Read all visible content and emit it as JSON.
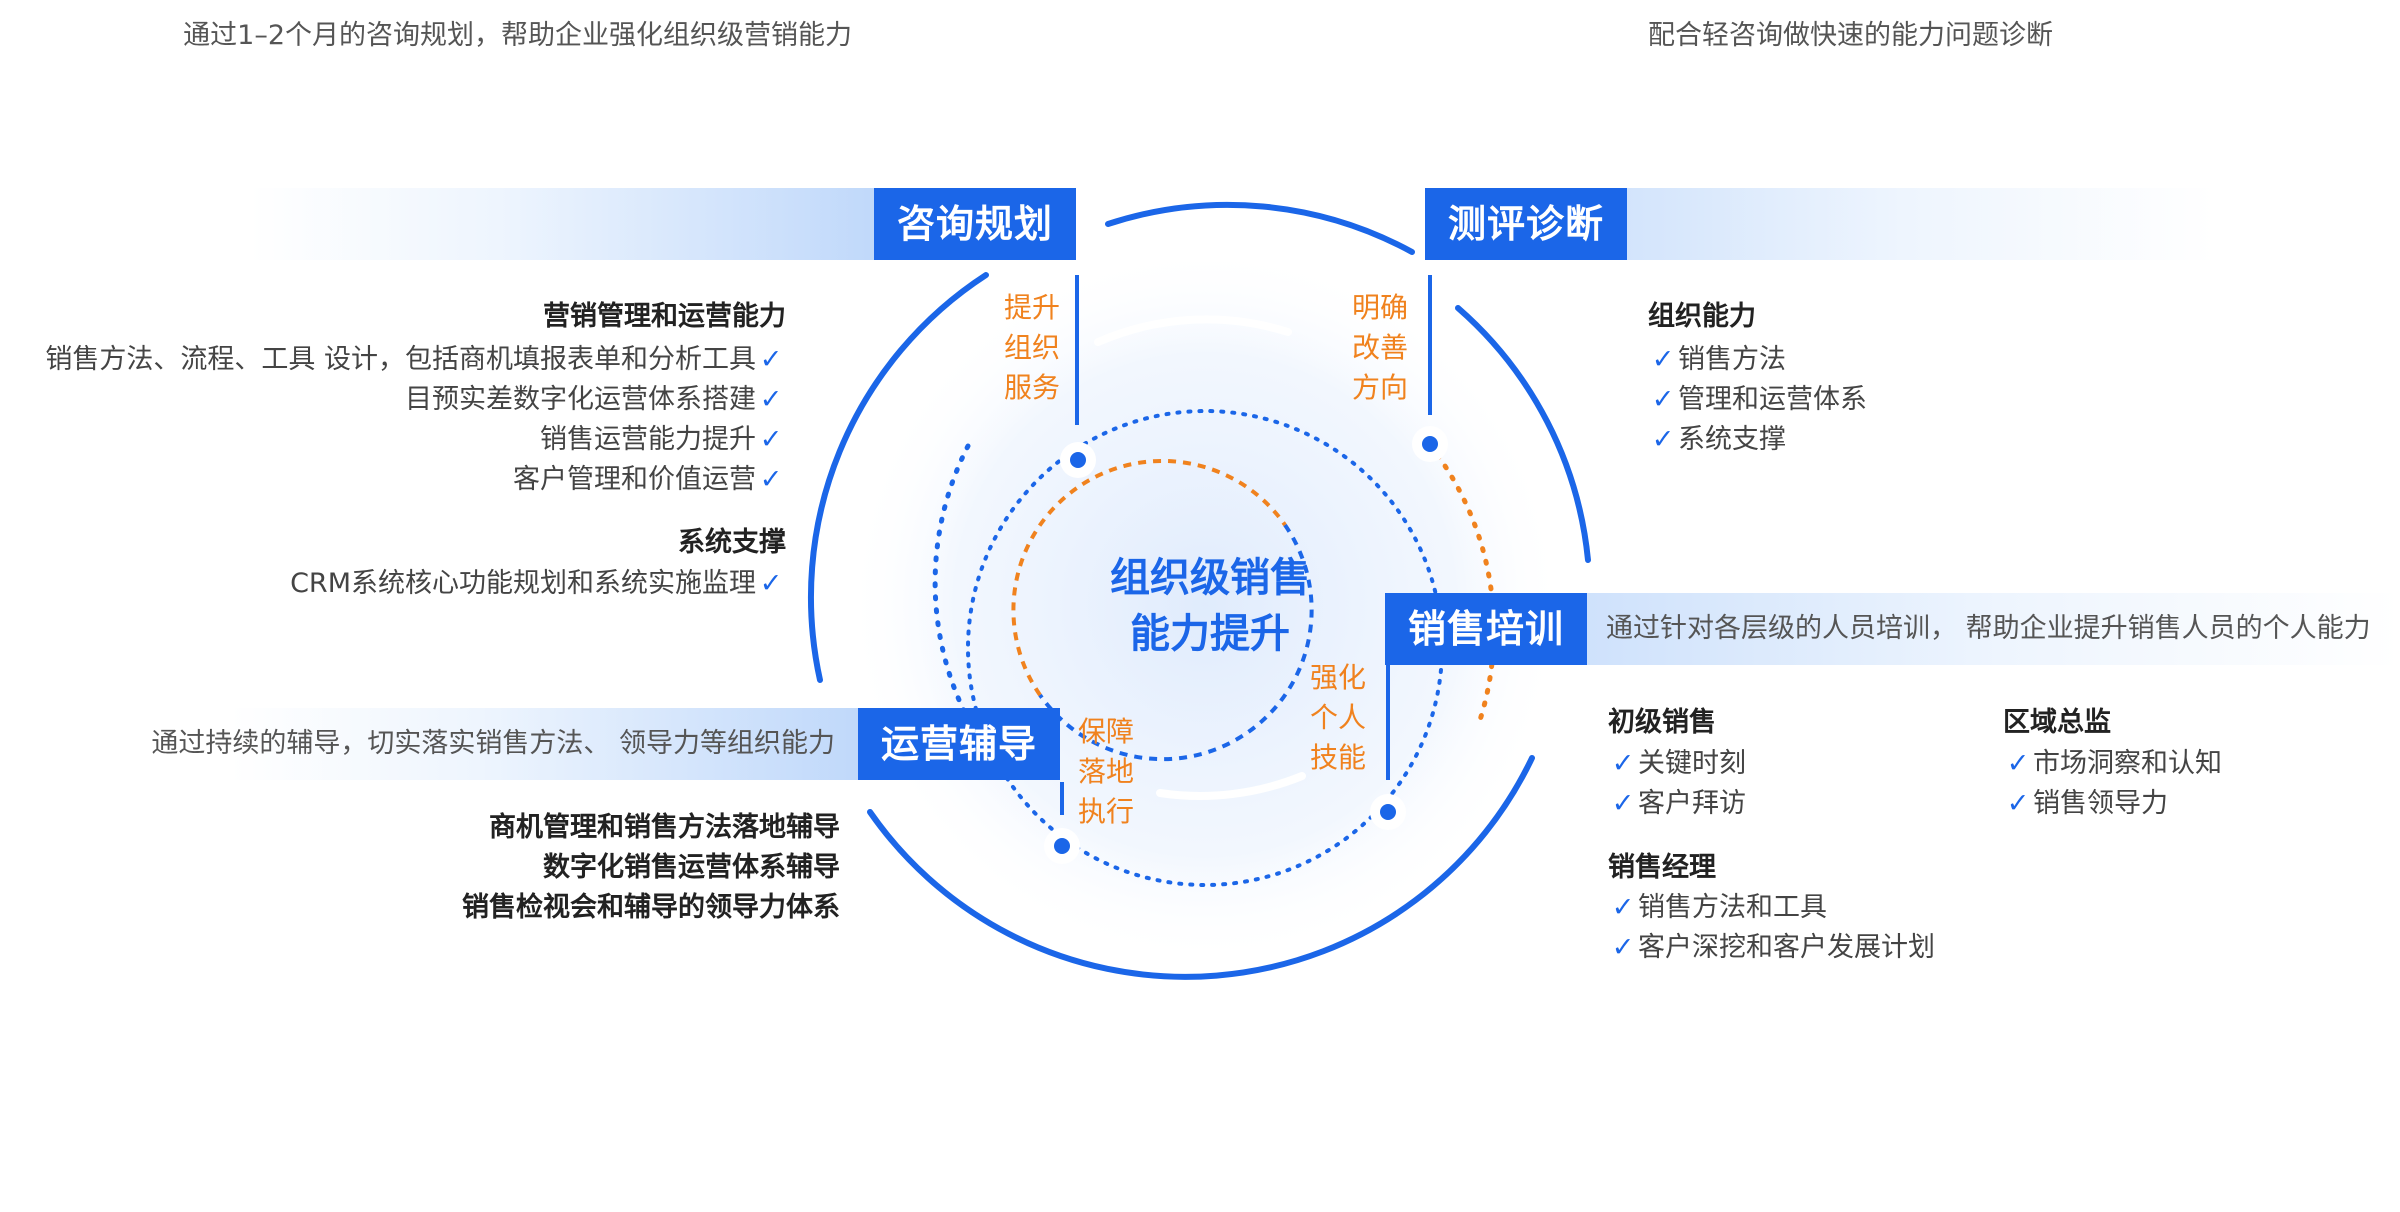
{
  "center": {
    "line1": "组织级销售",
    "line2": "能力提升"
  },
  "quadrants": {
    "consult": {
      "title": "咨询规划",
      "desc": "通过1–2个月的咨询规划，帮助企业强化组织级营销能力",
      "inner_label": [
        "提升",
        "组织",
        "服务"
      ],
      "groups": [
        {
          "heading": "营销管理和运营能力",
          "items": [
            "销售方法、流程、工具 设计，包括商机填报表单和分析工具",
            "目预实差数字化运营体系搭建",
            "销售运营能力提升",
            "客户管理和价值运营"
          ]
        },
        {
          "heading": "系统支撑",
          "items": [
            "CRM系统核心功能规划和系统实施监理"
          ]
        }
      ]
    },
    "assess": {
      "title": "测评诊断",
      "desc": "配合轻咨询做快速的能力问题诊断",
      "inner_label": [
        "明确",
        "改善",
        "方向"
      ],
      "groups": [
        {
          "heading": "组织能力",
          "items": [
            "销售方法",
            "管理和运营体系",
            "系统支撑"
          ]
        }
      ]
    },
    "training": {
      "title": "销售培训",
      "desc": "通过针对各层级的人员培训， 帮助企业提升销售人员的个人能力",
      "inner_label": [
        "强化",
        "个人",
        "技能"
      ],
      "groups": [
        {
          "heading": "初级销售",
          "items": [
            "关键时刻",
            "客户拜访"
          ]
        },
        {
          "heading": "销售经理",
          "items": [
            "销售方法和工具",
            "客户深挖和客户发展计划"
          ]
        },
        {
          "heading": "区域总监",
          "items": [
            "市场洞察和认知",
            "销售领导力"
          ]
        }
      ]
    },
    "coaching": {
      "title": "运营辅导",
      "desc": "通过持续的辅导，切实落实销售方法、 领导力等组织能力",
      "inner_label": [
        "保障",
        "落地",
        "执行"
      ],
      "items": [
        "商机管理和销售方法落地辅导",
        "数字化销售运营体系辅导",
        "销售检视会和辅导的领导力体系"
      ]
    }
  },
  "colors": {
    "primary": "#1b66e8",
    "accent": "#f0821e",
    "band": "#cfe2fc"
  },
  "icons": {
    "check": "✓",
    "check_name": "check-icon"
  }
}
